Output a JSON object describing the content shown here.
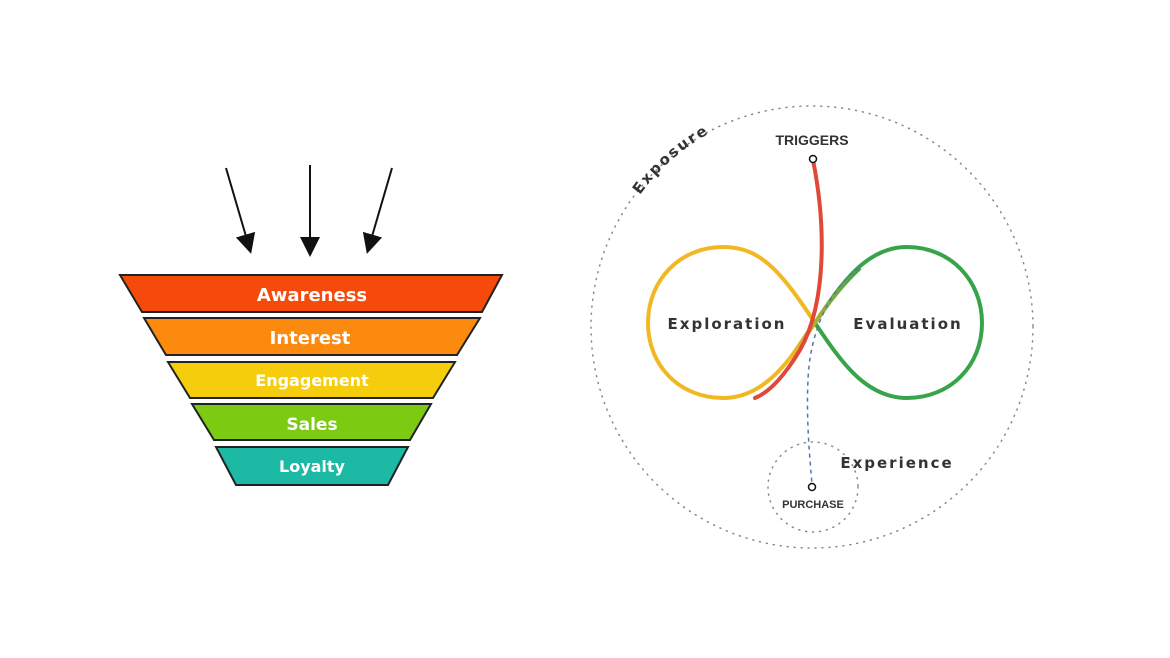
{
  "funnel": {
    "stages": [
      {
        "label": "Awareness",
        "color": "#f54a0c"
      },
      {
        "label": "Interest",
        "color": "#fb8a0e"
      },
      {
        "label": "Engagement",
        "color": "#f5cd0c"
      },
      {
        "label": "Sales",
        "color": "#7ccb12"
      },
      {
        "label": "Loyalty",
        "color": "#1cb9a5"
      }
    ]
  },
  "loop": {
    "outer_label": "Exposure",
    "triggers": "TRIGGERS",
    "exploration": "Exploration",
    "evaluation": "Evaluation",
    "experience": "Experience",
    "purchase": "PURCHASE",
    "colors": {
      "exploration": "#f2b824",
      "evaluation": "#37a34a",
      "triggers": "#e0483a",
      "purchase": "#4a7bb0"
    }
  }
}
